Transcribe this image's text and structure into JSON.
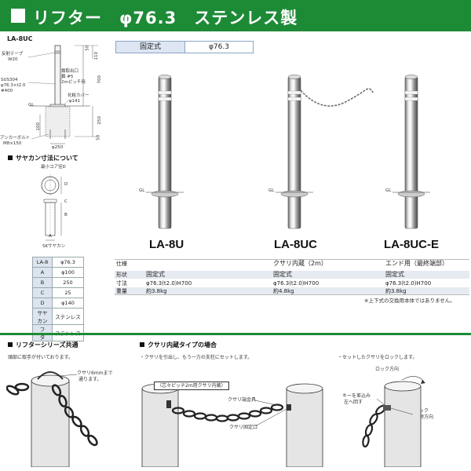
{
  "header": {
    "title": "リフター　φ76.3　ステンレス製"
  },
  "diagram": {
    "model": "LA-8UC",
    "labels": {
      "tape": "反射テープ",
      "tape_w": "W20",
      "sus": "SUS304",
      "sus_dim": "φ76.3×t2.0",
      "sus_grade": "#400",
      "hook": "鎖取出口",
      "hook_chain": "鎖 #5",
      "hook_pitch": "2mピッチ用",
      "cover": "化粧カバー",
      "cover_dim": "φ141",
      "gl": "GL",
      "anchor": "アンカーボルト",
      "anchor_dim": "M8×150"
    },
    "dims": {
      "d50top": "50",
      "d110": "110",
      "d700": "700",
      "d250": "250",
      "d100": "100",
      "d50bot": "50",
      "dphi250": "φ250"
    }
  },
  "type_box": {
    "label": "固定式",
    "value": "φ76.3"
  },
  "products": [
    {
      "model": "LA-8U"
    },
    {
      "model": "LA-8UC"
    },
    {
      "model": "LA-8UC-E"
    }
  ],
  "gl_label": "GL",
  "sayakan": {
    "title": "サヤカン寸法について",
    "core": "最小コア径D",
    "caption": "SKサヤカン",
    "letters": {
      "a": "A",
      "b": "B",
      "c": "C",
      "d": "D"
    },
    "rows": [
      {
        "k": "LA-8",
        "v": "φ76.3"
      },
      {
        "k": "A",
        "v": "φ100"
      },
      {
        "k": "B",
        "v": "250"
      },
      {
        "k": "C",
        "v": "25"
      },
      {
        "k": "D",
        "v": "φ140"
      },
      {
        "k": "サヤカン",
        "v": "ステンレス"
      },
      {
        "k": "フ　タ",
        "v": "ステンレス"
      }
    ]
  },
  "spec": {
    "row1": {
      "label": "仕様",
      "c1": "",
      "c2": "クサリ内蔵（2m）",
      "c3": "エンド用（最終端部）"
    },
    "row2": {
      "label": "形状",
      "c1": "固定式",
      "c2": "固定式",
      "c3": "固定式"
    },
    "row3": {
      "label": "寸法",
      "c1": "φ76.3(t2.0)H700",
      "c2": "φ76.3(t2.0)H700",
      "c3": "φ76.3(t2.0)H700"
    },
    "row4": {
      "label": "重量",
      "c1": "約3.8kg",
      "c2": "約4.8kg",
      "c3": "約3.8kg"
    },
    "note": "※上下式の交換用本体ではありません。"
  },
  "bottom": {
    "s1_title": "リフターシリーズ共通",
    "s1_text": "頭部に取手が付いております。",
    "s1_callout1": "クサリ6mmまで",
    "s1_callout2": "通ります。",
    "s2_title": "クサリ内蔵タイプの場合",
    "s2_text": "・クサリを引出し、もう一方の支柱にセットします。",
    "s2_box": "（芯々ピッチ2m用クサリ内蔵）",
    "s2_l1": "クサリ端金具",
    "s2_l2": "クサリ固定口",
    "s3_text": "・セットしたクサリをロックします。",
    "s3_l1": "ロック方向",
    "s3_l2a": "キーを差込み",
    "s3_l2b": "左へ回す",
    "s3_l3a": "ロック",
    "s3_l3b": "解除方向"
  }
}
